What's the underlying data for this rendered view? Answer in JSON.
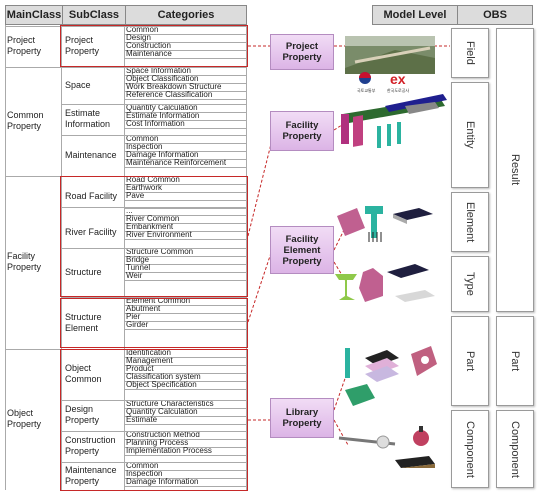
{
  "header": {
    "mainclass": "MainClass",
    "subclass": "SubClass",
    "categories": "Categories",
    "model_level": "Model Level",
    "obs": "OBS"
  },
  "mainclasses": [
    "Project Property",
    "Common Property",
    "Facility Property",
    "Object Property"
  ],
  "subclasses": [
    "Project Property",
    "Space",
    "Estimate Information",
    "Maintenance",
    "Road Facility",
    "River Facility",
    "Structure",
    "Structure Element",
    "Object Common",
    "Design Property",
    "Construction Property",
    "Maintenance Property"
  ],
  "categories": [
    [
      "Common",
      "Design",
      "Construction",
      "Maintenance"
    ],
    [
      "Space Information",
      "Object Classification",
      "Work Breakdown Structure",
      "Reference Classification"
    ],
    [
      "Quantity Calculation",
      "Estimate Information",
      "Cost Information"
    ],
    [
      "Common",
      "Inspection",
      "Damage Information",
      "Maintenance Reinforcement"
    ],
    [
      "Road Common",
      "Earthwork",
      "Pave",
      ""
    ],
    [
      "...",
      "River Common",
      "Embankment",
      "River Environment"
    ],
    [
      "Structure Common",
      "Bridge",
      "Tunnel",
      "Weir"
    ],
    [
      "Element Common",
      "Abutment",
      "Pier",
      "Girder"
    ],
    [
      "Identification",
      "Management",
      "Product",
      "Classification system",
      "Object Specification"
    ],
    [
      "Structure Characteristics",
      "Quantity Calculation",
      "Estimate"
    ],
    [
      "Construction Method",
      "Planning Process",
      "Implementation Process"
    ],
    [
      "Common",
      "Inspection",
      "Damage Information"
    ]
  ],
  "model_boxes": [
    "Project Property",
    "Facility Property",
    "Facility Element Property",
    "Library Property"
  ],
  "logos": {
    "left": "국토교통부",
    "right": "한국도로공사",
    "mark": "ex"
  },
  "obs_levels": [
    "Field",
    "Entity",
    "Element",
    "Type",
    "Part",
    "Component"
  ],
  "obs_groups": [
    "Result",
    "Part",
    "Component"
  ]
}
